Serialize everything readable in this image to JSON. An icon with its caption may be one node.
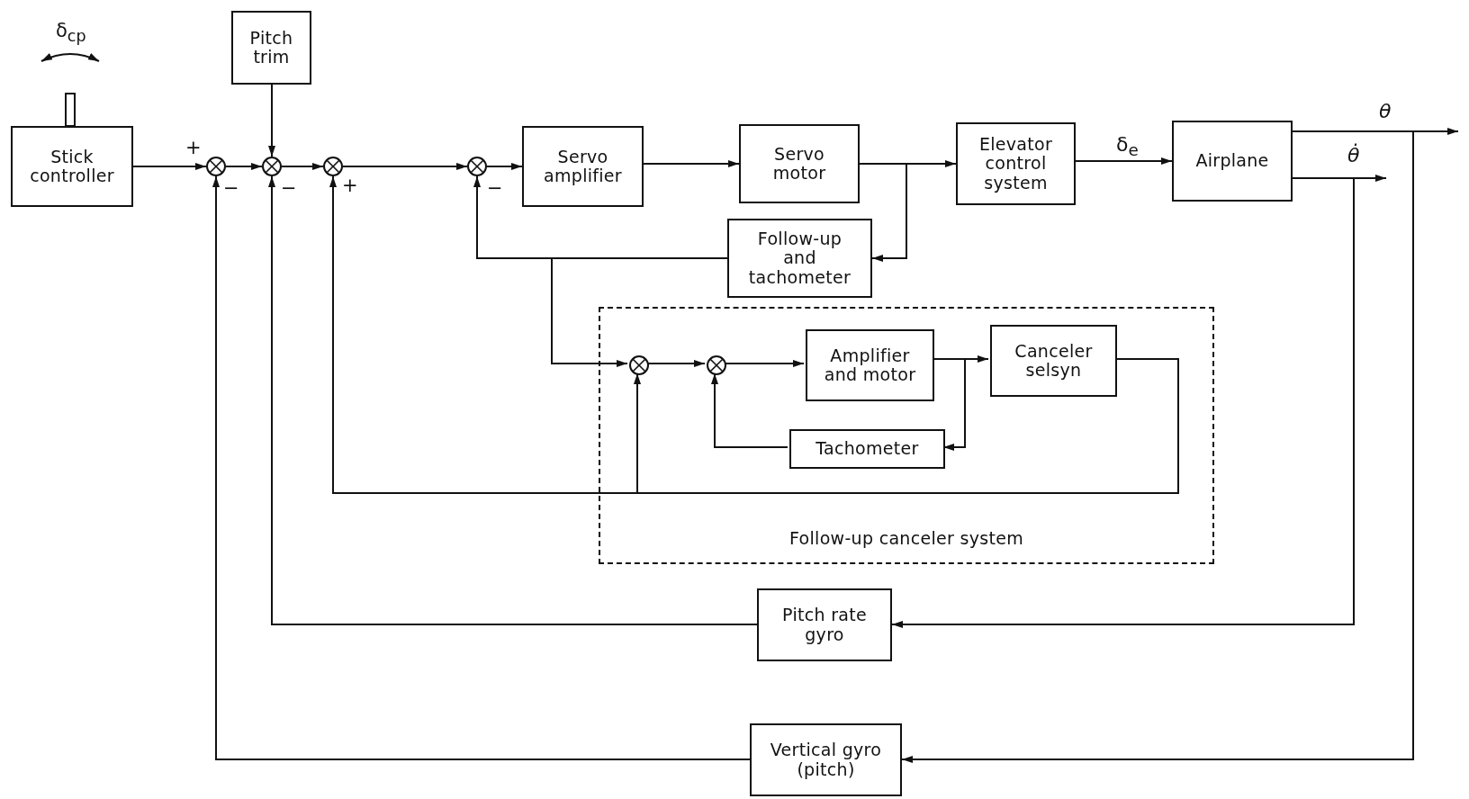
{
  "diagram": {
    "nodes": [
      {
        "text": [
          "Stick controller"
        ]
      },
      {
        "text": [
          "Pitch trim"
        ]
      },
      {
        "text": [],
        "shape": "circle",
        "beside": [
          "+",
          "−"
        ]
      },
      {
        "text": [],
        "shape": "circle",
        "beside": [
          "−"
        ]
      },
      {
        "text": [],
        "shape": "circle",
        "beside": [
          "+"
        ]
      },
      {
        "text": [],
        "shape": "circle",
        "beside": [
          "−"
        ]
      },
      {
        "text": [
          "Servo amplifier"
        ]
      },
      {
        "text": [
          "Servo motor"
        ]
      },
      {
        "text": [
          "Elevator control system"
        ]
      },
      {
        "text": [
          "Airplane"
        ]
      },
      {
        "text": [
          "Follow-up and tachometer"
        ]
      },
      {
        "text": [
          "Follow-up canceler system"
        ]
      },
      {
        "text": [],
        "shape": "circle",
        "in": 11
      },
      {
        "text": [],
        "shape": "circle",
        "in": 11
      },
      {
        "text": [
          "Amplifier and motor"
        ],
        "in": 11
      },
      {
        "text": [
          "Canceler selsyn"
        ],
        "in": 11
      },
      {
        "text": [
          "Tachometer"
        ],
        "in": 11
      },
      {
        "text": [
          "Pitch rate gyro"
        ]
      },
      {
        "text": [
          "Vertical gyro (pitch)"
        ]
      }
    ],
    "edges": [
      {
        "from": 0,
        "to": 2,
        "arrow": "to"
      },
      {
        "from": 2,
        "to": 3,
        "arrow": "to"
      },
      {
        "from": 1,
        "to": 3,
        "arrow": "to"
      },
      {
        "from": 3,
        "to": 4,
        "arrow": "to"
      },
      {
        "from": 4,
        "to": 5,
        "arrow": "to"
      },
      {
        "from": 5,
        "to": 6,
        "arrow": "to"
      },
      {
        "from": 6,
        "to": 7,
        "arrow": "to"
      },
      {
        "from": 7,
        "to": 8,
        "arrow": "to"
      },
      {
        "from": 7,
        "to": 10,
        "arrow": "to"
      },
      {
        "from": 10,
        "to": 5,
        "arrow": "to"
      },
      {
        "from": 10,
        "to": 12,
        "arrow": "to"
      },
      {
        "from": 12,
        "to": 13,
        "arrow": "to"
      },
      {
        "from": 13,
        "to": 14,
        "arrow": "to"
      },
      {
        "from": 14,
        "to": 15,
        "arrow": "to"
      },
      {
        "from": 14,
        "to": 16,
        "arrow": "to"
      },
      {
        "from": 16,
        "to": 13,
        "arrow": "to"
      },
      {
        "from": 15,
        "to": 4,
        "arrow": "to"
      },
      {
        "from": 15,
        "to": 12,
        "arrow": "to"
      },
      {
        "from": 8,
        "to": 9,
        "arrow": "to",
        "label": "δ$_{e}$"
      },
      {
        "from": 9,
        "to": null,
        "arrow": "to",
        "label": "θ"
      },
      {
        "from": 9,
        "to": null,
        "arrow": "to",
        "label": "θ̇"
      },
      {
        "from": 9,
        "to": 17,
        "arrow": "to"
      },
      {
        "from": 17,
        "to": 3,
        "arrow": "to"
      },
      {
        "from": 9,
        "to": 18,
        "arrow": "to"
      },
      {
        "from": 18,
        "to": 2,
        "arrow": "to"
      }
    ],
    "labels": [
      "δ$_{cp}$"
    ]
  }
}
